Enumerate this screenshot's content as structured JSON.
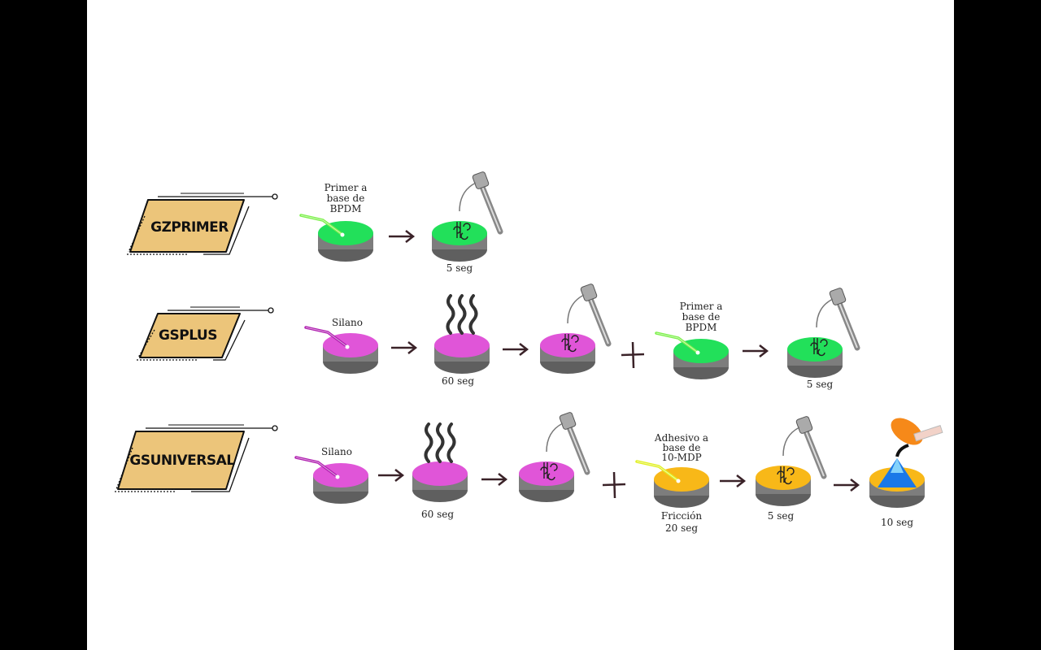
{
  "colors": {
    "green": "#22e05a",
    "pink": "#e055d8",
    "yellow": "#f8b818",
    "badge": "#ecc57a",
    "side": "#7d7d7d",
    "arrow": "#3a2228"
  },
  "rows": [
    {
      "name": "GZPRIMER",
      "texts": {
        "primer": [
          "Primer a",
          "base de",
          "BPDM"
        ],
        "time1": "5 seg"
      }
    },
    {
      "name": "GSPLUS",
      "texts": {
        "silano": "Silano",
        "time1": "60 seg",
        "primer": [
          "Primer a",
          "base de",
          "BPDM"
        ],
        "time2": "5 seg"
      }
    },
    {
      "name": "GSUNIVERSAL",
      "texts": {
        "silano": "Silano",
        "time1": "60 seg",
        "adhesivo": [
          "Adhesivo a",
          "base de",
          "10-MDP"
        ],
        "friccion": [
          "Fricción",
          "20 seg"
        ],
        "time2": "5 seg",
        "time3": "10 seg"
      }
    }
  ]
}
